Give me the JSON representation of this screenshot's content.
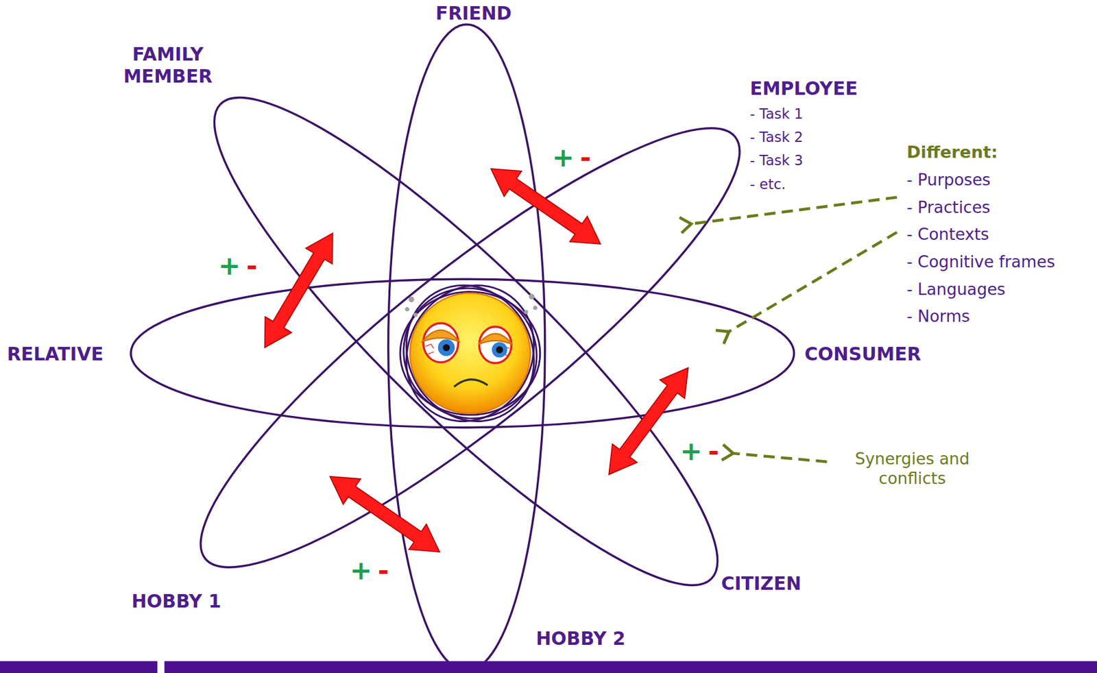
{
  "diagram": {
    "labels": [
      "FRIEND",
      "FAMILY MEMBER",
      "EMPLOYEE",
      "- Task 1",
      "- Task 2",
      "- Task 3",
      "- etc.",
      "+",
      "-",
      "Different:",
      "- Purposes",
      "- Practices",
      "- Contexts",
      "- Cognitive frames",
      "- Languages",
      "- Norms",
      "+",
      "-",
      "RELATIVE",
      "CONSUMER",
      "+",
      "-",
      "Synergies and conflicts",
      "+",
      "-",
      "CITIZEN",
      "HOBBY 1",
      "HOBBY 2"
    ]
  }
}
